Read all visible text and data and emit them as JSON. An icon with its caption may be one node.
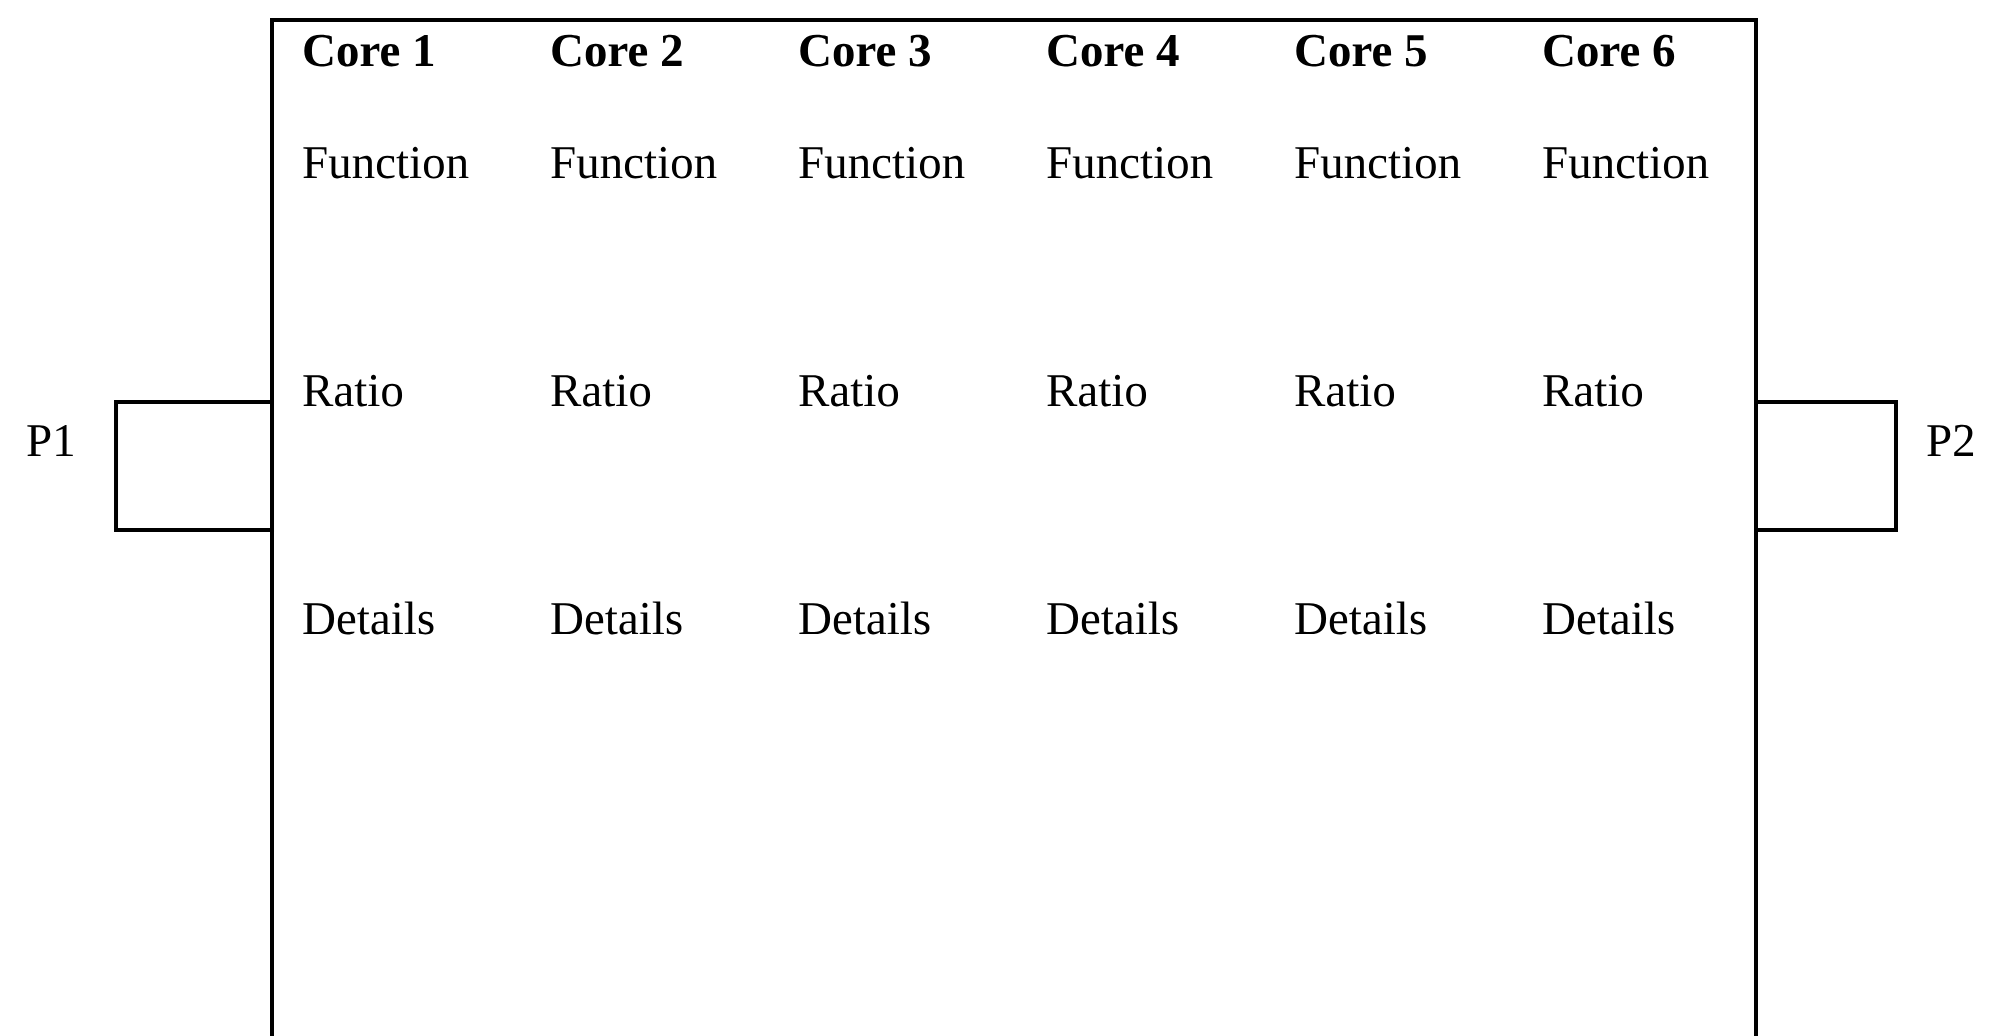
{
  "diagram": {
    "nodes": [
      {
        "text": [],
        "shape": "box"
      },
      {
        "text": [],
        "shape": "box",
        "beside": [
          "P1"
        ]
      },
      {
        "text": [],
        "shape": "box",
        "beside": [
          "P2"
        ]
      }
    ],
    "edges": [],
    "labels": [
      "Core 1",
      "Core 2",
      "Core 3",
      "Core 4",
      "Core 5",
      "Core 6",
      "Function",
      "Function",
      "Function",
      "Function",
      "Function",
      "Function",
      "Ratio",
      "Ratio",
      "Ratio",
      "Ratio",
      "Ratio",
      "Ratio",
      "Details",
      "Details",
      "Details",
      "Details",
      "Details",
      "Details"
    ]
  }
}
